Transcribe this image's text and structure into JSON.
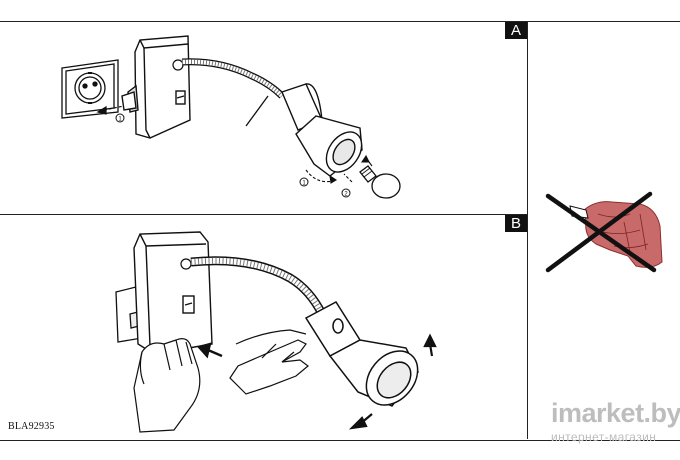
{
  "panels": {
    "a_label": "A",
    "b_label": "B"
  },
  "step_markers": [
    "1",
    "1",
    "2"
  ],
  "doc_code": "BLA92935",
  "watermark": {
    "brand": "imarket.by",
    "tagline": "интернет-магазин"
  }
}
